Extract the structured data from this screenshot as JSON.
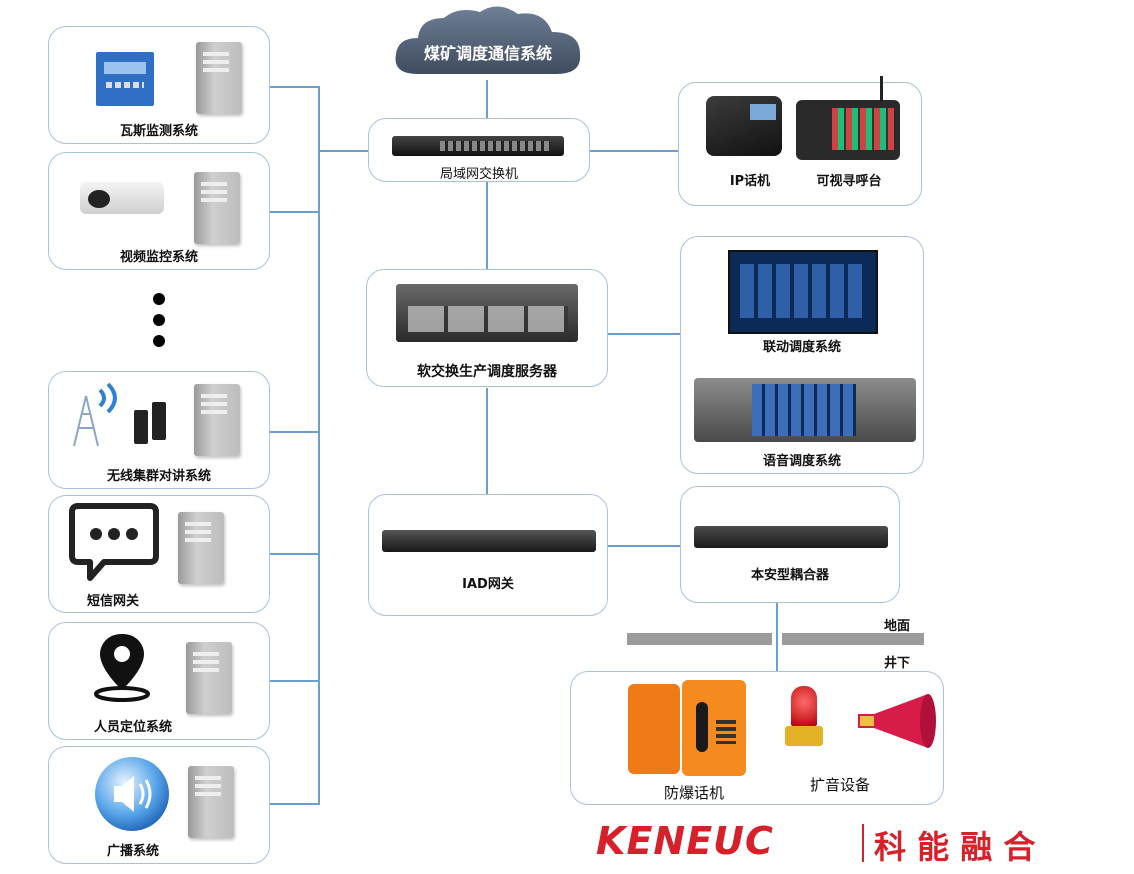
{
  "cloud": {
    "label": "煤矿调度通信系统"
  },
  "center": {
    "switch": "局域网交换机",
    "server": "软交换生产调度服务器",
    "iad": "IAD网关"
  },
  "left_systems": [
    "瓦斯监测系统",
    "视频监控系统",
    "无线集群对讲系统",
    "短信网关",
    "人员定位系统",
    "广播系统"
  ],
  "right": {
    "ip_phone": "IP话机",
    "video_paging": "可视寻呼台",
    "linkage": "联动调度系统",
    "voice": "语音调度系统",
    "coupler": "本安型耦合器"
  },
  "divider": {
    "above": "地面",
    "below": "井下"
  },
  "underground": {
    "phone": "防爆话机",
    "broadcast": "扩音设备"
  },
  "brand": {
    "latin": "KENEUC",
    "chinese": "科 能 融 合"
  },
  "colors": {
    "line": "#6b9fd0",
    "box_border": "#a8c2dc",
    "brand_red": "#d6202a"
  }
}
